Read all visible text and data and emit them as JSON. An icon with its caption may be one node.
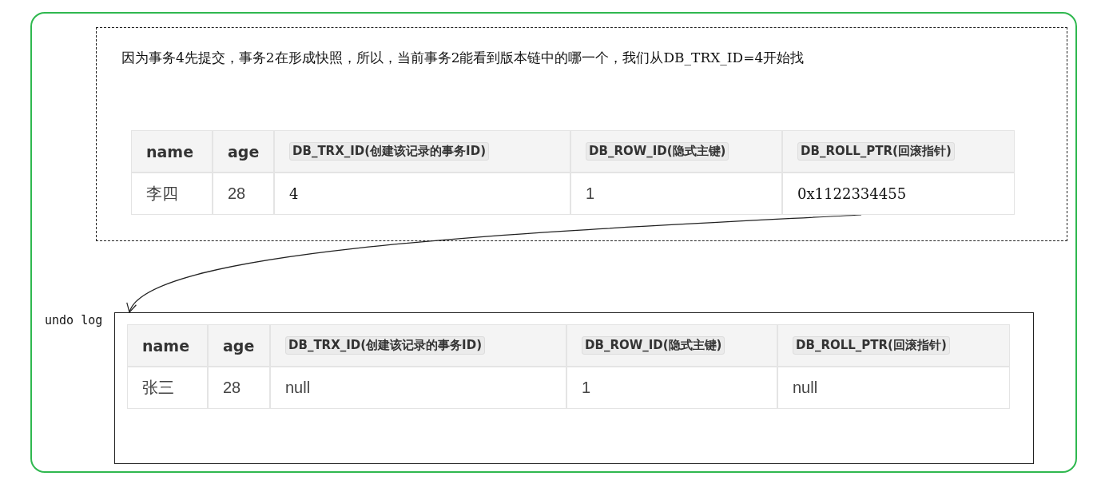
{
  "diagram": {
    "nodes": [
      {
        "text": [],
        "shape": "box"
      },
      {
        "text": [
          "因为事务4先提交，事务2在形成快照，所以，当前事务2能看到版本链中的哪一个，我们从DB_TRX_ID=4开始找"
        ],
        "in": 0
      },
      {
        "text": [
          "0x1122334455"
        ],
        "in": 1
      },
      {
        "text": [
          "undo log"
        ],
        "in": 0
      }
    ],
    "edges": [
      {
        "from": 2,
        "to": 3,
        "arrow": "to"
      }
    ],
    "labels": [
      "name",
      "age",
      "DB_TRX_ID(创建该记录的事务ID)",
      "DB_ROW_ID(隐式主键)",
      "DB_ROLL_PTR(回滚指针)",
      "李四",
      "28",
      "4",
      "1",
      "name",
      "age",
      "DB_TRX_ID(创建该记录的事务ID)",
      "DB_ROW_ID(隐式主键)",
      "DB_ROLL_PTR(回滚指针)",
      "张三",
      "28",
      "null",
      "1",
      "null"
    ]
  }
}
